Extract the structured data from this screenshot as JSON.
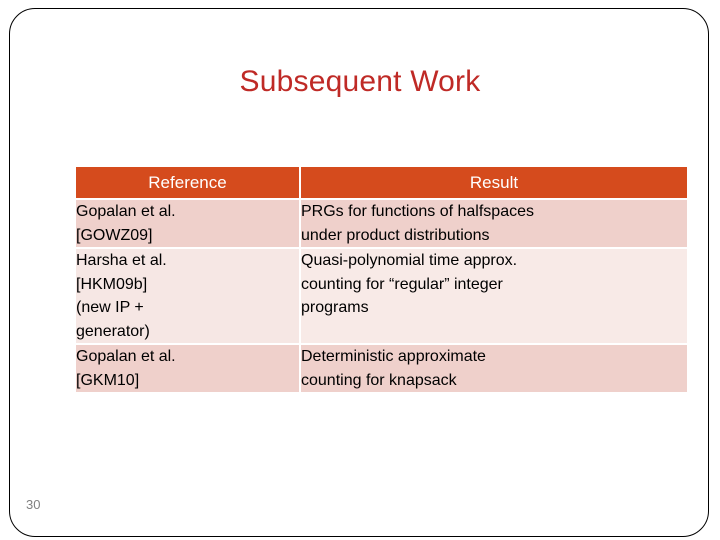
{
  "slide": {
    "title": "Subsequent Work",
    "page_number": "30",
    "title_color": "#BF2A26",
    "header_color": "#D54B1D",
    "row_band_dark": "#EFD0CB",
    "row_band_light": "#F8EAE7",
    "frame_color": "#000000"
  },
  "table": {
    "columns": [
      {
        "key": "reference",
        "header": "Reference"
      },
      {
        "key": "result",
        "header": "Result"
      }
    ],
    "rows": [
      {
        "reference_lines": [
          "Gopalan et al.",
          "[GOWZ09]"
        ],
        "result_lines": [
          "PRGs for functions of halfspaces",
          "under product distributions"
        ]
      },
      {
        "reference_lines": [
          "Harsha et al.",
          "[HKM09b]",
          "(new IP +",
          "generator)"
        ],
        "result_lines": [
          "Quasi-polynomial time approx.",
          "counting for “regular” integer",
          "programs"
        ]
      },
      {
        "reference_lines": [
          "Gopalan et al.",
          "[GKM10]"
        ],
        "result_lines": [
          "Deterministic approximate",
          "counting for knapsack"
        ]
      }
    ]
  }
}
